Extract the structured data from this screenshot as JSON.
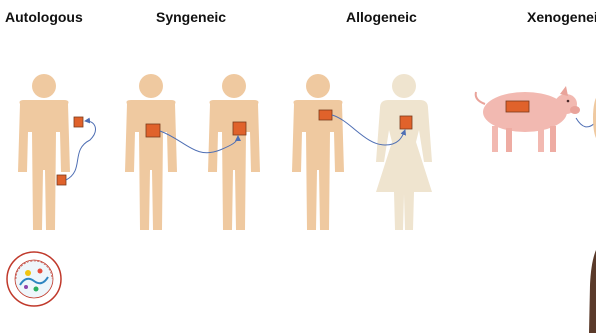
{
  "titles": {
    "autologous": "Autologous",
    "syngeneic": "Syngeneic",
    "allogeneic": "Allogeneic",
    "xenogeneic": "Xenogeneic"
  },
  "colors": {
    "figure": "#efc9a0",
    "figure_female": "#efe4cf",
    "tissue": "#e0622b",
    "tissue_border": "#7b3a1c",
    "arrow": "#4f6fb4",
    "pig": "#f2b9b1"
  },
  "logo": {
    "name": "institute-seal-logo"
  }
}
